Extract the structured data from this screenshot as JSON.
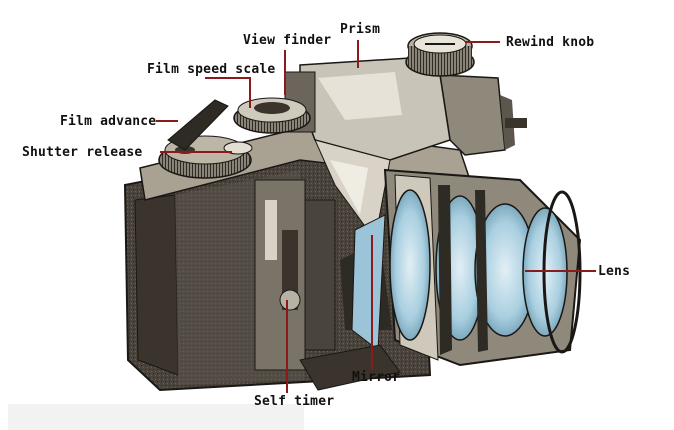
{
  "labels": {
    "view_finder": "View finder",
    "prism": "Prism",
    "rewind_knob": "Rewind knob",
    "film_speed_scale": "Film speed scale",
    "film_advance": "Film advance",
    "shutter_release": "Shutter release",
    "lens": "Lens",
    "mirror": "Mirror",
    "self_timer": "Self timer"
  },
  "colors": {
    "leader_line": "#8b1a1a",
    "body_dark": "#3a3530",
    "body_mid": "#6b655c",
    "body_light": "#b8b0a0",
    "prism": "#d4d0c8",
    "glass": "#9cc4d8",
    "glass_light": "#cfe4ee"
  }
}
